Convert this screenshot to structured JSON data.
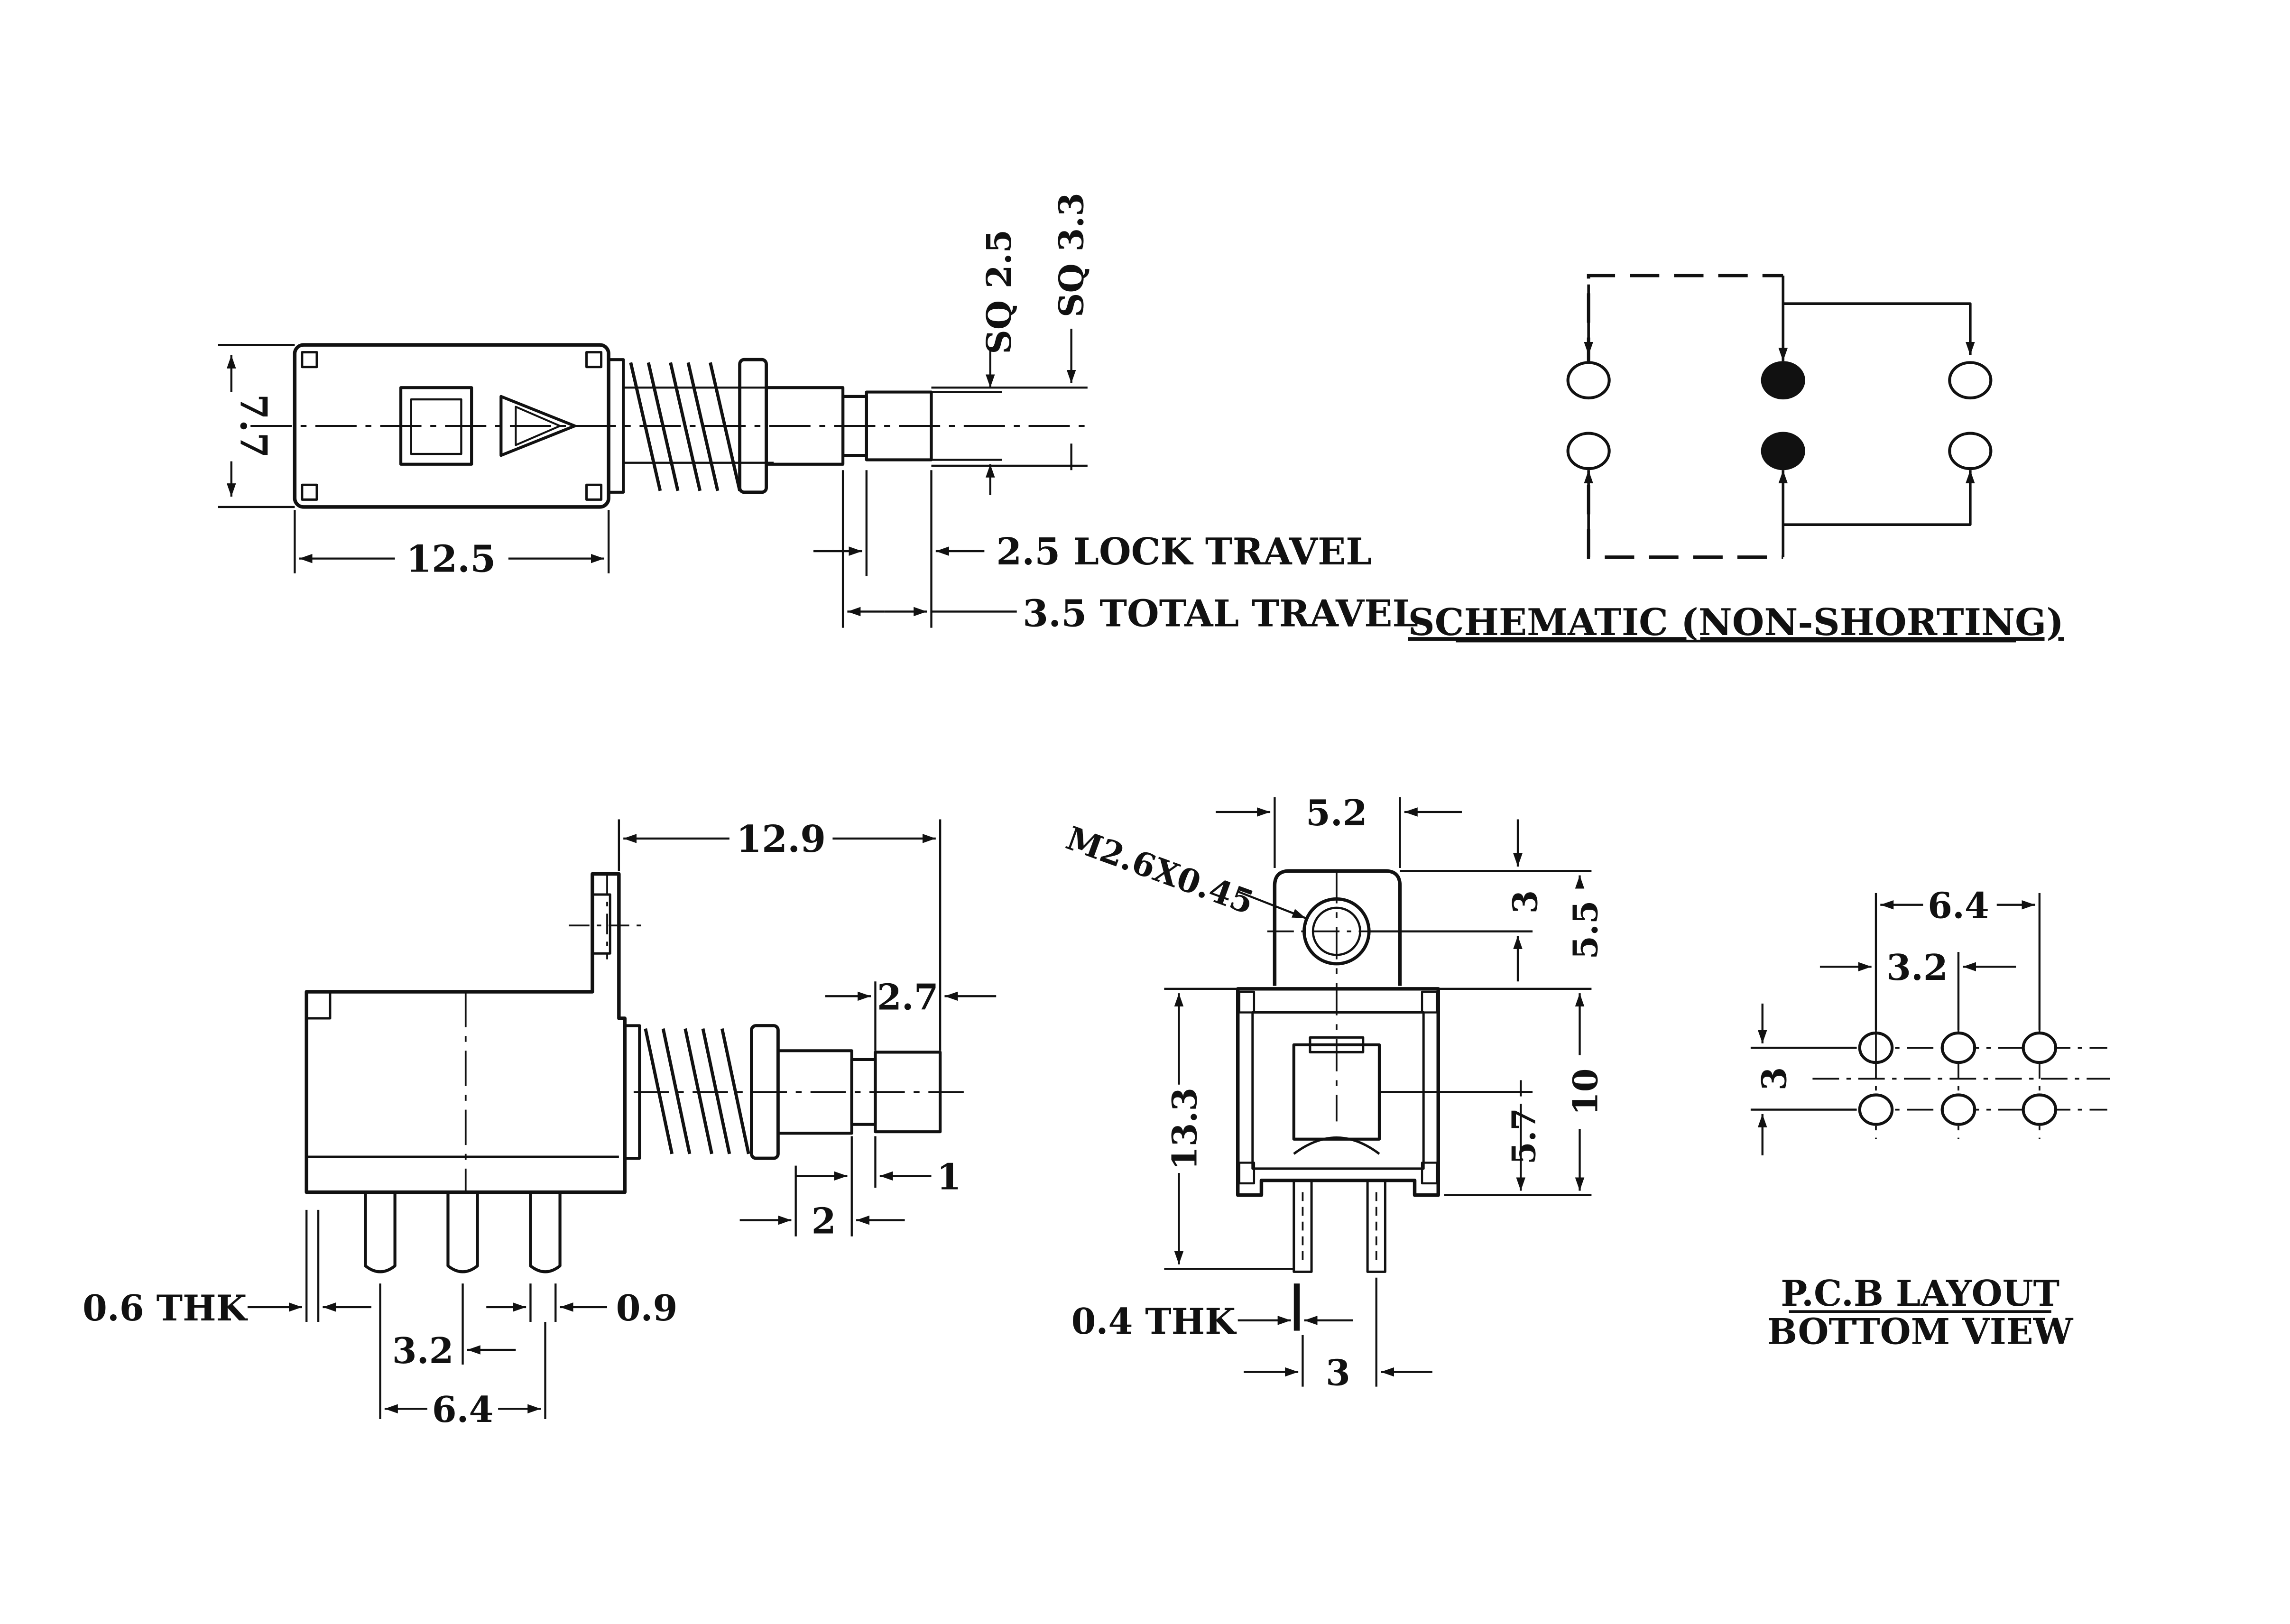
{
  "side_view": {
    "height_dim": "7.7",
    "body_length_dim": "12.5",
    "shaft_sq_small": "SQ 2.5",
    "shaft_sq_large": "SQ 3.3",
    "lock_travel": "2.5 LOCK TRAVEL",
    "total_travel": "3.5 TOTAL TRAVEL"
  },
  "schematic": {
    "title": "SCHEMATIC (NON-SHORTING)"
  },
  "front_view": {
    "overall_dim": "12.9",
    "shaft_dim": "2.7",
    "dim_1": "1",
    "dim_2": "2",
    "thickness": "0.6 THK",
    "pin_width": "0.9",
    "pitch_small": "3.2",
    "pitch_large": "6.4"
  },
  "end_view": {
    "thread": "M2.6X0.45",
    "bracket_width": "5.2",
    "hole_offset": "3",
    "bracket_height": "5.5",
    "body_height": "10",
    "total_height": "13.3",
    "center_height": "5.7",
    "thickness": "0.4 THK",
    "pin_spacing": "3"
  },
  "pcb_layout": {
    "pitch_large": "6.4",
    "pitch_small": "3.2",
    "row_spacing": "3",
    "title": "P.C.B LAYOUT",
    "subtitle": "BOTTOM VIEW"
  }
}
